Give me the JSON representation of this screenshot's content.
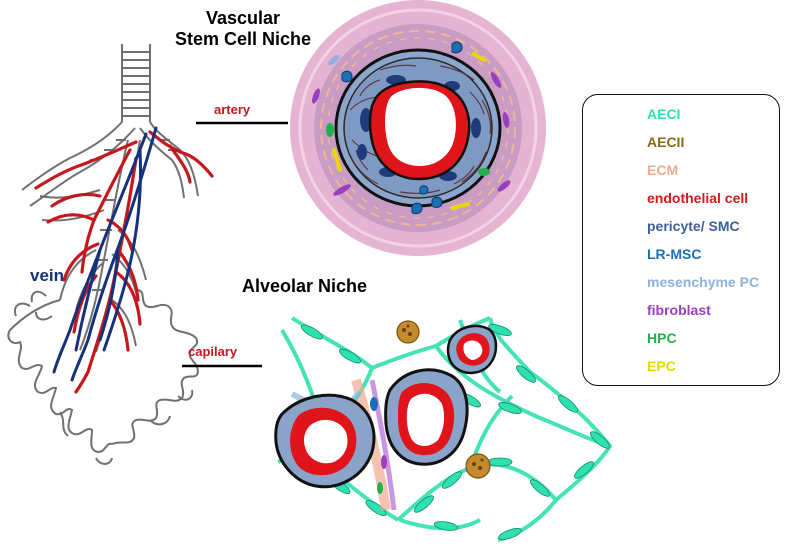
{
  "titles": {
    "vascular_line1": "Vascular",
    "vascular_line2": "Stem Cell Niche",
    "alveolar": "Alveolar Niche"
  },
  "labels": {
    "artery": "artery",
    "vein": "vein",
    "capilary": "capilary"
  },
  "legend": {
    "items": [
      {
        "label": "AECI",
        "color": "#2fe0b0",
        "icon": "aeci-cell-icon"
      },
      {
        "label": "AECII",
        "color": "#8a6a10",
        "icon": "aecii-cell-icon"
      },
      {
        "label": "ECM",
        "color": "#f2a98f",
        "icon": "ecm-fibers-icon"
      },
      {
        "label": "endothelial cell",
        "color": "#d81818",
        "icon": "endothelial-cell-icon"
      },
      {
        "label": "pericyte/ SMC",
        "color": "#3b5fa0",
        "icon": "pericyte-smc-icon"
      },
      {
        "label": "LR-MSC",
        "color": "#1b6fb5",
        "icon": "lr-msc-icon"
      },
      {
        "label": "mesenchyme PC",
        "color": "#8fb3dc",
        "icon": "mesenchyme-pc-icon"
      },
      {
        "label": "fibroblast",
        "color": "#9a3fc0",
        "icon": "fibroblast-icon"
      },
      {
        "label": "HPC",
        "color": "#22b04a",
        "icon": "hpc-cell-icon"
      },
      {
        "label": "EPC",
        "color": "#e8d800",
        "icon": "epc-cell-icon"
      }
    ]
  },
  "colors": {
    "artery": "#c8161d",
    "vein": "#17307a",
    "airway": "#707070",
    "adventitia": "#e7b8d6",
    "lumen": "#ffffff"
  }
}
